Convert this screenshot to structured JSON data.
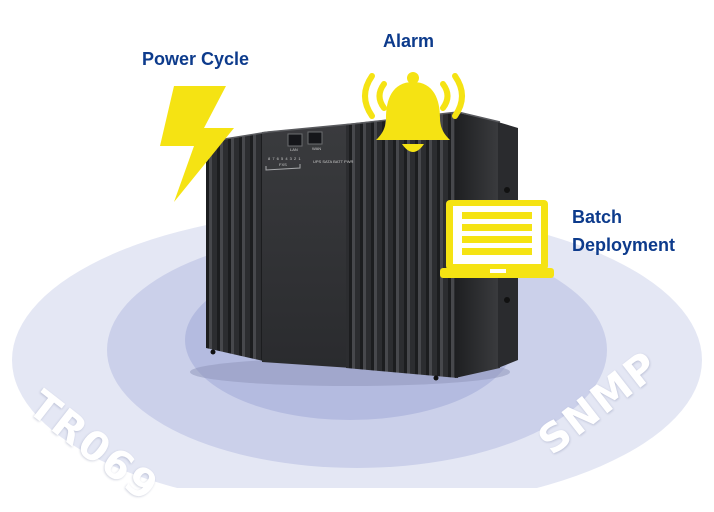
{
  "labels": {
    "power_cycle": "Power Cycle",
    "alarm": "Alarm",
    "batch_line1": "Batch",
    "batch_line2": "Deployment",
    "tr069": "TR069",
    "snmp": "SNMP"
  },
  "device": {
    "port_lan": "LAN",
    "port_wan": "WAN",
    "fxs_label": "FXS",
    "fxs_numbers": "8 7 6 5 4 3 2 1",
    "leds": "UPS SATA BATT PWR"
  },
  "colors": {
    "accent_yellow": "#f5e313",
    "label_blue": "#0d3b8c",
    "ring_outer": "#dfe2f2",
    "ring_mid": "#c5cae7",
    "ring_inner": "#aeb6de",
    "device_body": "#2a2b2e"
  },
  "icons": [
    "lightning-icon",
    "bell-icon",
    "laptop-icon"
  ]
}
